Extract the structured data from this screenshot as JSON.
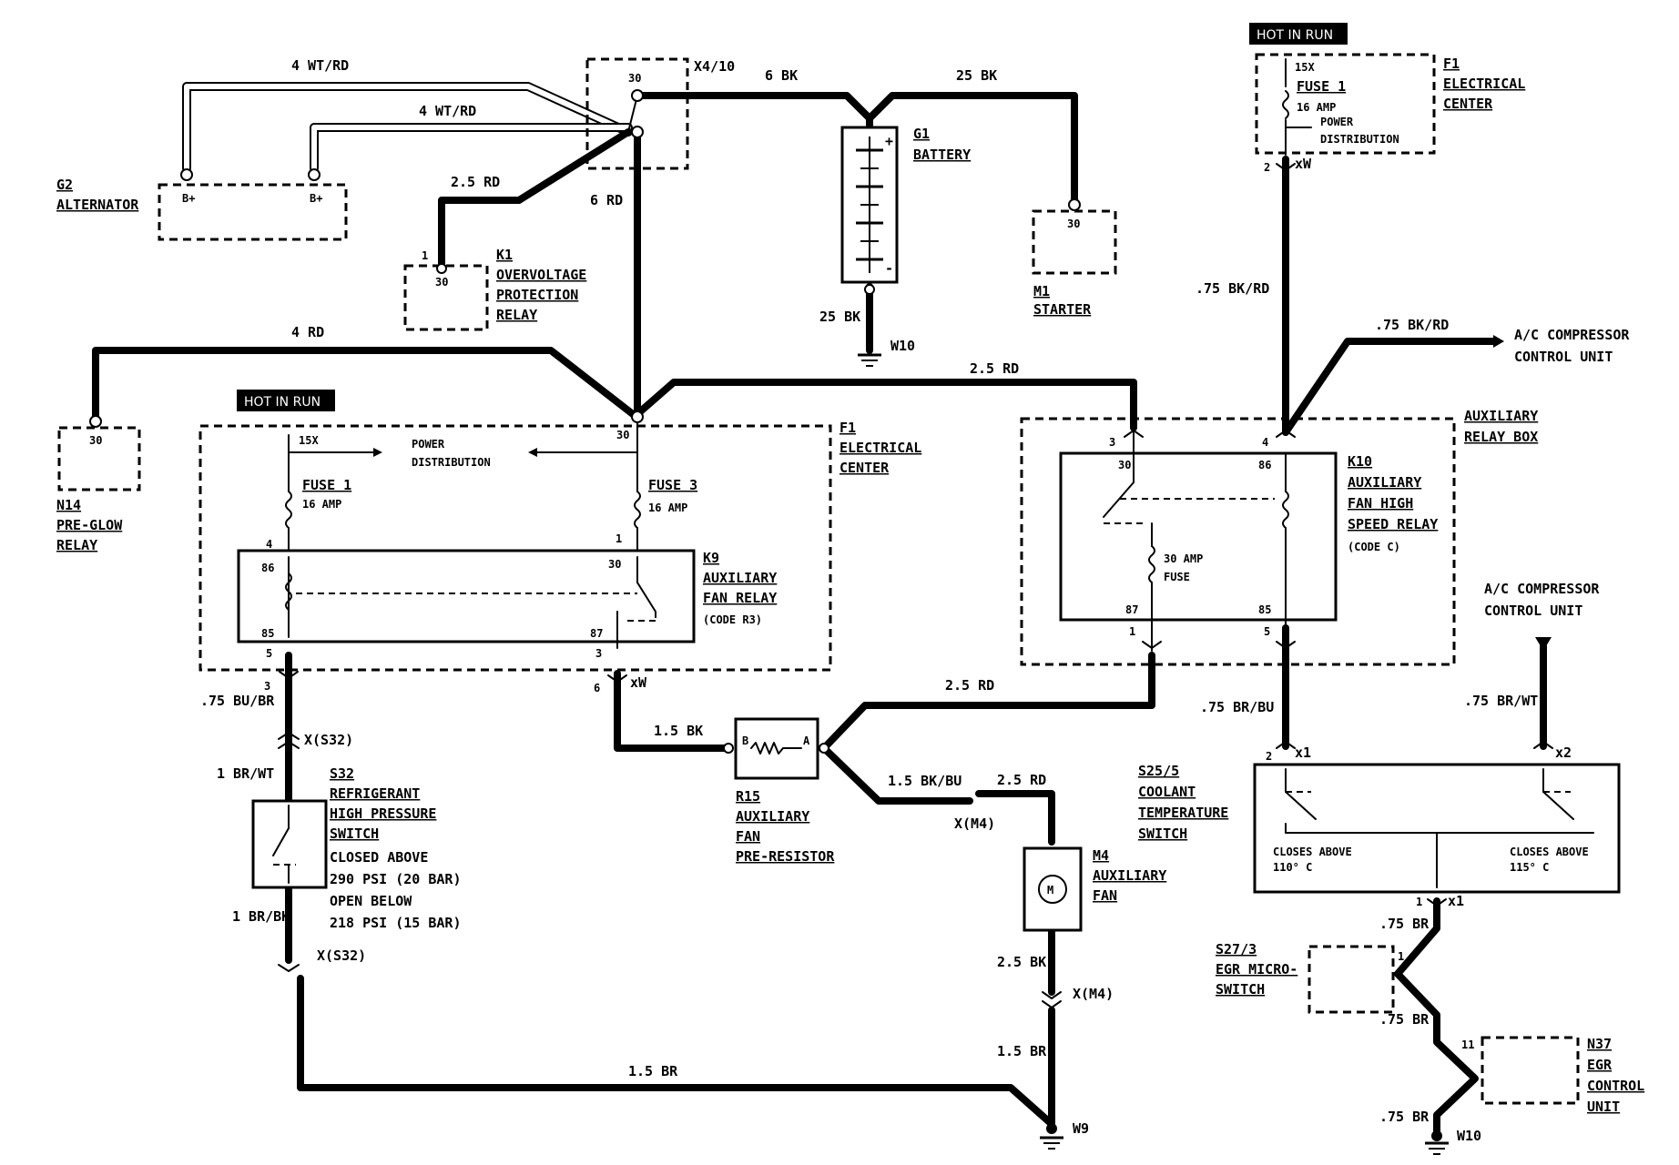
{
  "hot_tags": [
    "HOT IN RUN",
    "HOT IN RUN"
  ],
  "wires": {
    "w_4wtrd_top": "4 WT/RD",
    "w_4wtrd_mid": "4 WT/RD",
    "w_x410": "X4/10",
    "w_6bk": "6 BK",
    "w_25bk_top": "25 BK",
    "w_25rd_k1": "2.5 RD",
    "w_6rd": "6 RD",
    "w_25bk_bat": "25 BK",
    "w_4rd": "4 RD",
    "w_25rd_top": "2.5 RD",
    "w_075bkrd_1": ".75 BK/RD",
    "w_075bkrd_2": ".75 BK/RD",
    "w_075bubr": ".75 BU/BR",
    "w_1brwt": "1 BR/WT",
    "w_1brbk": "1 BR/BK",
    "w_15bk": "1.5 BK",
    "w_25rd_mid": "2.5 RD",
    "w_15bkbu": "1.5 BK/BU",
    "w_25rd_m4": "2.5 RD",
    "w_25bk_m4": "2.5 BK",
    "w_15br_m4": "1.5 BR",
    "w_15br_bot": "1.5 BR",
    "w_075brbu": ".75 BR/BU",
    "w_075brwt": ".75 BR/WT",
    "w_075br_1": ".75 BR",
    "w_075br_2": ".75 BR",
    "w_075br_3": ".75 BR"
  },
  "connectors": {
    "xs32_top": "X(S32)",
    "xs32_bot": "X(S32)",
    "xm4_top": "X(M4)",
    "xm4_bot": "X(M4)",
    "xw_f1r": "xW",
    "xw_k9": "xW",
    "x1_s25": "x1",
    "x2_s25": "x2",
    "x1_s25b": "x1"
  },
  "grounds": {
    "w10_bat": "W10",
    "w9": "W9",
    "w10_egr": "W10"
  },
  "components": {
    "g2_id": "G2",
    "g2_name": "ALTERNATOR",
    "g2_b1": "B+",
    "g2_b2": "B+",
    "x410_p": "30",
    "g1_id": "G1",
    "g1_name": "BATTERY",
    "g1_plus": "+",
    "g1_minus": "-",
    "m1_id": "M1",
    "m1_name": "STARTER",
    "m1_p": "30",
    "k1_id": "K1",
    "k1_l1": "OVERVOLTAGE",
    "k1_l2": "PROTECTION",
    "k1_l3": "RELAY",
    "k1_p": "30",
    "k1_pin": "1",
    "n14_id": "N14",
    "n14_l1": "PRE-GLOW",
    "n14_l2": "RELAY",
    "n14_p": "30",
    "f1l_id": "F1",
    "f1l_l1": "ELECTRICAL",
    "f1l_l2": "CENTER",
    "f1l_15x": "15X",
    "f1l_pd1": "POWER",
    "f1l_pd2": "DISTRIBUTION",
    "f1l_30": "30",
    "fuse1_name": "FUSE 1",
    "fuse1_amp": "16 AMP",
    "fuse3_name": "FUSE 3",
    "fuse3_amp": "16 AMP",
    "f1l_p4": "4",
    "f1l_p1": "1",
    "f1l_p5": "5",
    "f1l_p3": "3",
    "k9_id": "K9",
    "k9_l1": "AUXILIARY",
    "k9_l2": "FAN RELAY",
    "k9_code": "(CODE R3)",
    "k9_86": "86",
    "k9_85": "85",
    "k9_30": "30",
    "k9_87": "87",
    "k9_pin3": "3",
    "k9_pin6": "6",
    "f1r_id": "F1",
    "f1r_l1": "ELECTRICAL",
    "f1r_l2": "CENTER",
    "f1r_15x": "15X",
    "f1r_fuse": "FUSE 1",
    "f1r_amp": "16 AMP",
    "f1r_pd1": "POWER",
    "f1r_pd2": "DISTRIBUTION",
    "f1r_pin2": "2",
    "arb_l1": "AUXILIARY",
    "arb_l2": "RELAY BOX",
    "arb_p3": "3",
    "arb_p4": "4",
    "arb_p1": "1",
    "arb_p5": "5",
    "k10_id": "K10",
    "k10_l1": "AUXILIARY",
    "k10_l2": "FAN HIGH",
    "k10_l3": "SPEED RELAY",
    "k10_code": "(CODE C)",
    "k10_30": "30",
    "k10_86": "86",
    "k10_87": "87",
    "k10_85": "85",
    "k10_fuse1": "30 AMP",
    "k10_fuse2": "FUSE",
    "acc1_l1": "A/C COMPRESSOR",
    "acc1_l2": "CONTROL UNIT",
    "acc2_l1": "A/C COMPRESSOR",
    "acc2_l2": "CONTROL UNIT",
    "r15_id": "R15",
    "r15_l1": "AUXILIARY",
    "r15_l2": "FAN",
    "r15_l3": "PRE-RESISTOR",
    "r15_b": "B",
    "r15_a": "A",
    "m4_id": "M4",
    "m4_l1": "AUXILIARY",
    "m4_l2": "FAN",
    "m4_m": "M",
    "s32_id": "S32",
    "s32_l1": "REFRIGERANT",
    "s32_l2": "HIGH PRESSURE",
    "s32_l3": "SWITCH",
    "s32_l4": "CLOSED ABOVE",
    "s32_l5": "290 PSI (20 BAR)",
    "s32_l6": "OPEN BELOW",
    "s32_l7": "218 PSI (15 BAR)",
    "s25_id": "S25/5",
    "s25_l1": "COOLANT",
    "s25_l2": "TEMPERATURE",
    "s25_l3": "SWITCH",
    "s25_c1a": "CLOSES ABOVE",
    "s25_c1b": "110° C",
    "s25_c2a": "CLOSES ABOVE",
    "s25_c2b": "115° C",
    "s25_p2": "2",
    "s25_p1": "1",
    "s27_id": "S27/3",
    "s27_l1": "EGR MICRO-",
    "s27_l2": "SWITCH",
    "s27_p": "1",
    "n37_id": "N37",
    "n37_l1": "EGR",
    "n37_l2": "CONTROL",
    "n37_l3": "UNIT",
    "n37_p": "11",
    "pin_3_s32": "3"
  }
}
